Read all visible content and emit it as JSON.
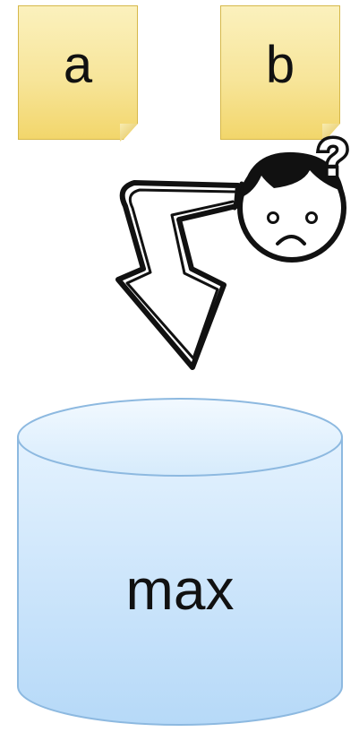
{
  "notes": [
    {
      "label": "a"
    },
    {
      "label": "b"
    }
  ],
  "person": {
    "question_mark": "?"
  },
  "database": {
    "label": "max"
  },
  "colors": {
    "note_fill": "#f7e59a",
    "note_border": "#d6b84a",
    "cylinder_fill": "#bfe0fb",
    "cylinder_border": "#8db9e0",
    "ink": "#111111"
  }
}
